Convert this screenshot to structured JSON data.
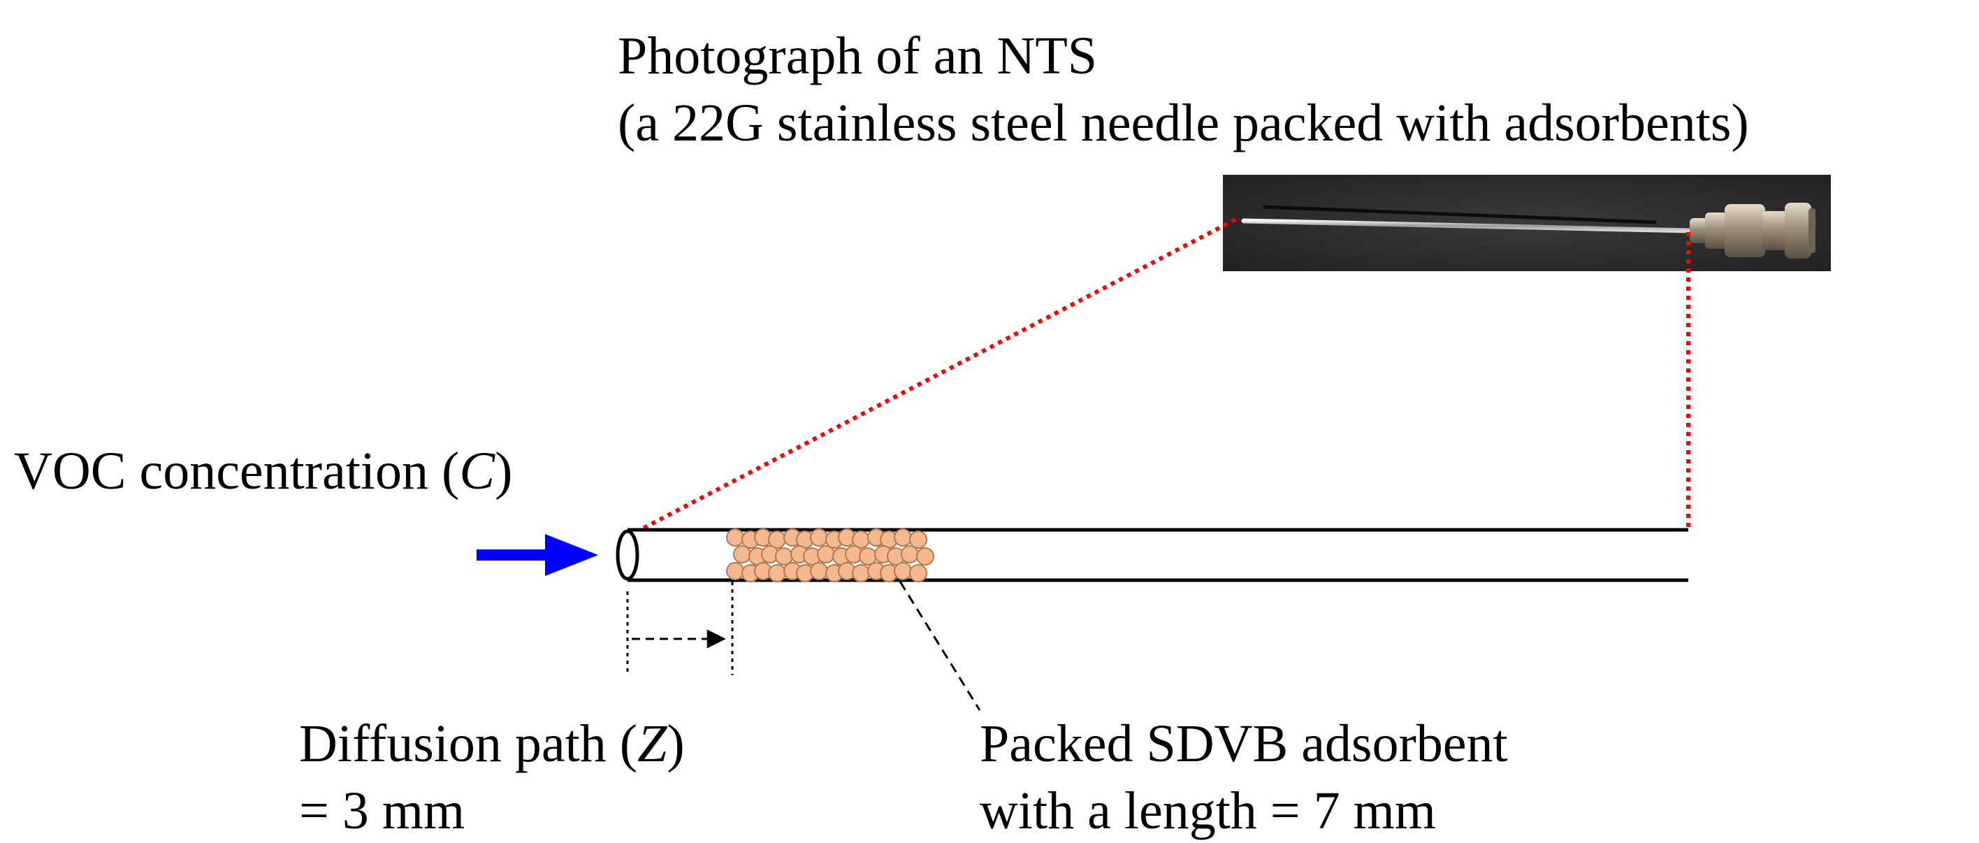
{
  "photo": {
    "title_line1": "Photograph of an NTS",
    "title_line2": "(a 22G stainless steel needle packed with adsorbents)"
  },
  "voc_label": {
    "prefix": "VOC concentration (",
    "symbol": "C",
    "suffix": ")"
  },
  "diffusion_label": {
    "prefix": "Diffusion path (",
    "symbol": "Z",
    "suffix": ")",
    "line2": "= 3 mm"
  },
  "adsorbent_label": {
    "line1": "Packed SDVB adsorbent",
    "line2": "with a length = 7 mm"
  },
  "colors": {
    "arrow": "#0000ff",
    "callout_lines": "#ff0000",
    "adsorbent_fill": "#f4b98f",
    "adsorbent_stroke": "#b07a52",
    "photo_background": "#2b2b2b"
  }
}
